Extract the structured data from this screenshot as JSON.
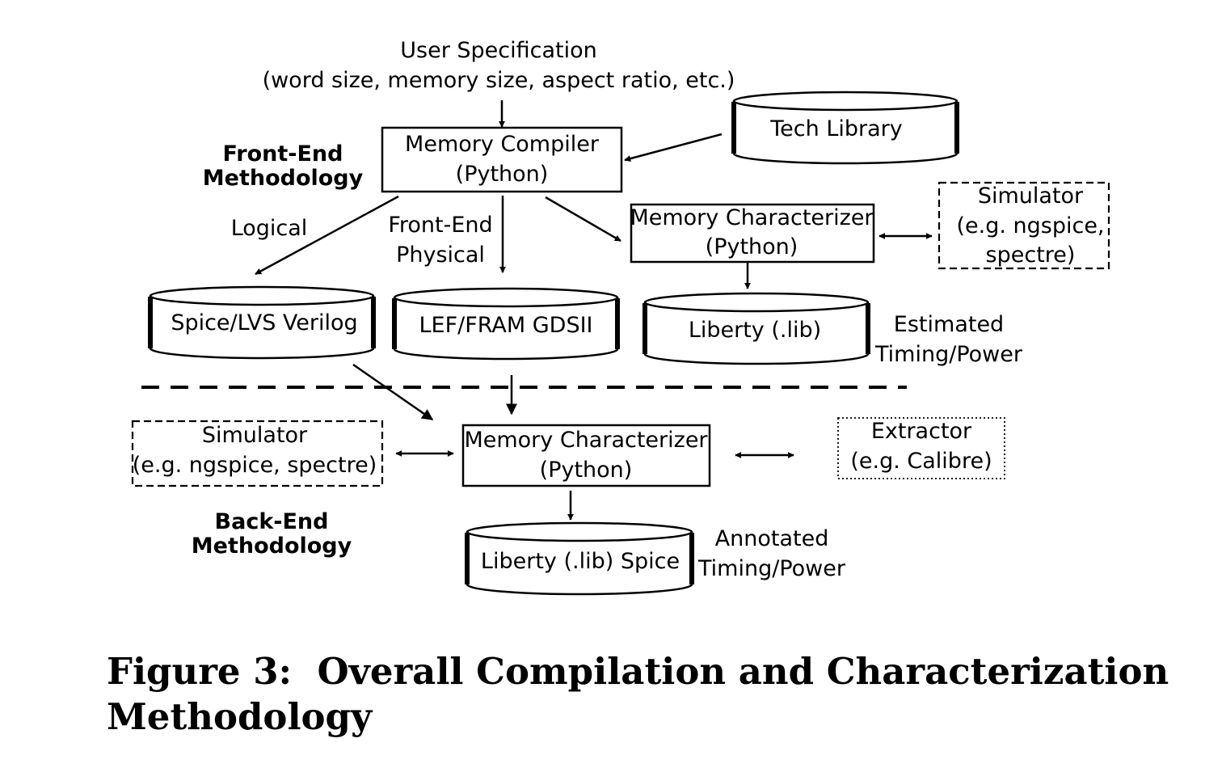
{
  "front_end_label": [
    "Front-End",
    "Methodology"
  ],
  "back_end_label": [
    "Back-End",
    "Methodology"
  ],
  "user_spec": [
    "User Specification",
    "(word size, memory size, aspect ratio, etc.)"
  ],
  "tech_library": "Tech Library",
  "memory_compiler": [
    "Memory Compiler",
    "(Python)"
  ],
  "memory_characterizer_front": [
    "Memory Characterizer",
    "(Python)"
  ],
  "simulator_front": [
    "Simulator",
    "(e.g. ngspice,",
    "spectre)"
  ],
  "edge_logical": "Logical",
  "edge_front_end_physical": [
    "Front-End",
    "Physical"
  ],
  "spice_lvs_verilog": "Spice/LVS Verilog",
  "lef_fram_gdsii": "LEF/FRAM GDSII",
  "liberty_front": "Liberty (.lib)",
  "estimated": [
    "Estimated",
    "Timing/Power"
  ],
  "simulator_back": [
    "Simulator",
    "(e.g. ngspice, spectre)"
  ],
  "memory_characterizer_back": [
    "Memory Characterizer",
    "(Python)"
  ],
  "extractor": [
    "Extractor",
    "(e.g. Calibre)"
  ],
  "liberty_back": "Liberty (.lib) Spice",
  "annotated": [
    "Annotated",
    "Timing/Power"
  ],
  "caption": [
    "Figure 3:  Overall Compilation and Characterization",
    "Methodology"
  ]
}
